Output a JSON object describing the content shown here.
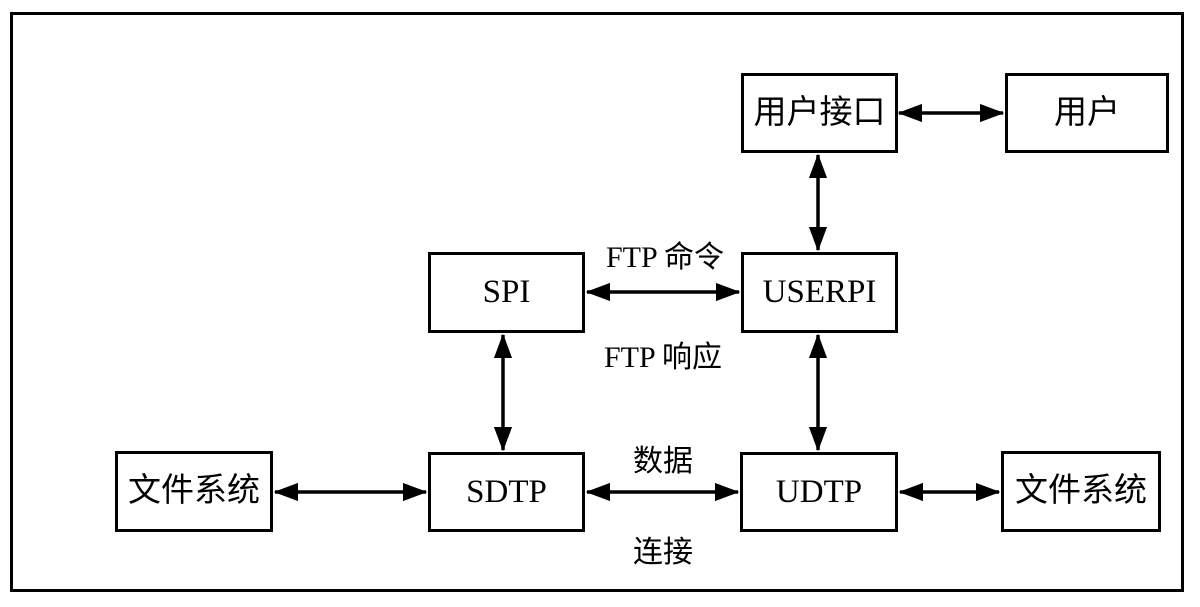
{
  "diagram": {
    "boxes": {
      "user_interface": "用户接口",
      "user": "用户",
      "spi": "SPI",
      "userpi": "USERPI",
      "file_system_left": "文件系统",
      "sdtp": "SDTP",
      "udtp": "UDTP",
      "file_system_right": "文件系统"
    },
    "edge_labels": {
      "ftp_command": "FTP 命令",
      "ftp_response": "FTP 响应",
      "data": "数据",
      "connection": "连接"
    },
    "connections": [
      "user_interface <-> user",
      "user_interface <-> userpi",
      "spi <-> userpi",
      "spi <-> sdtp",
      "userpi <-> udtp",
      "file_system_left <-> sdtp",
      "sdtp <-> udtp",
      "udtp <-> file_system_right"
    ],
    "colors": {
      "background": "#ffffff",
      "line": "#000000",
      "text": "#000000"
    }
  }
}
